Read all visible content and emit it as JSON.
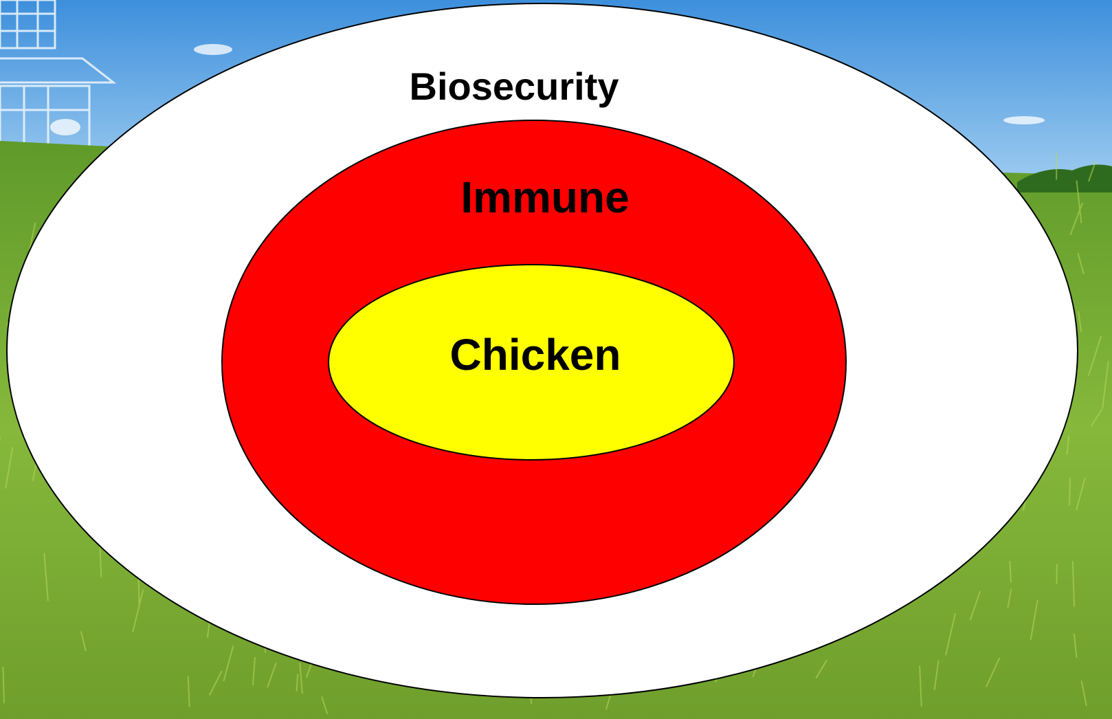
{
  "diagram": {
    "rings": [
      {
        "id": "outer",
        "label": "Biosecurity",
        "fill": "#ffffff"
      },
      {
        "id": "middle",
        "label": "Immune",
        "fill": "#ff0000"
      },
      {
        "id": "inner",
        "label": "Chicken",
        "fill": "#ffff00"
      }
    ],
    "outline_color": "#000000"
  },
  "background": {
    "sky_color": "#5aa6e6",
    "grass_color": "#7fb536"
  }
}
